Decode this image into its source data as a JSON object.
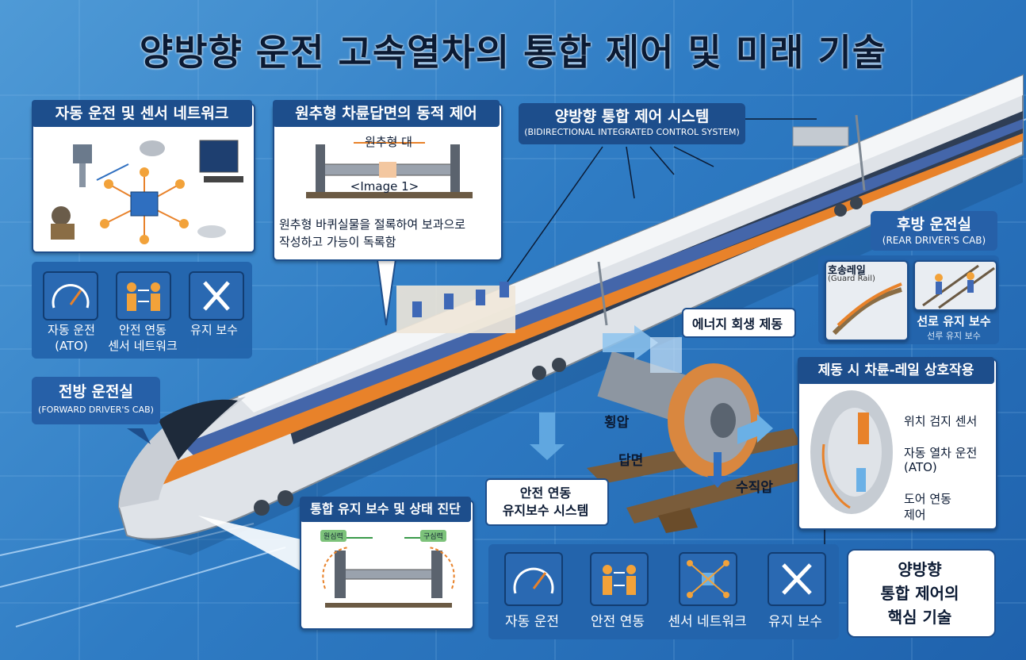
{
  "title": "양방향 운전 고속열차의 통합 제어 및 미래 기술",
  "panels": {
    "auto_driving": {
      "title": "자동 운전 및 센서 네트워크"
    },
    "conical_wheel": {
      "title": "원추형 차륜답면의 동적 제어",
      "subtitle": "원추형 대",
      "placeholder": "<Image 1>",
      "caption_line1": "원추형 바퀴실물을 절록하여 보과으로",
      "caption_line2": "작성하고 가능이 독록함"
    },
    "bidirectional_system": {
      "title": "양방향 통합 제어 시스템",
      "subtitle": "(BIDIRECTIONAL INTEGRATED CONTROL SYSTEM)"
    },
    "rear_cab": {
      "title": "후방 운전실",
      "subtitle": "(REAR DRIVER'S CAB)"
    },
    "guard_rail": {
      "label": "호송레일",
      "sublabel": "(Guard Rail)"
    },
    "track_maintenance": {
      "label": "선로 유지 보수",
      "sublabel": "선루 유지 보수"
    },
    "forward_cab": {
      "title": "전방 운전실",
      "subtitle": "(FORWARD DRIVER'S CAB)"
    },
    "regen": {
      "label": "에너지 회생 제동"
    },
    "wheel_rail": {
      "title": "제동 시 차륜-레일 상호작용",
      "items": [
        "위치 검지 센서",
        "자동 열차 운전",
        "(ATO)",
        "도어 연동",
        "제어"
      ]
    },
    "maintenance_diag": {
      "title": "통합 유지 보수 및 상태 진단",
      "tag_left": "원심력",
      "tag_right": "구심력"
    },
    "safety_link": {
      "line1": "안전 연동",
      "line2": "유지보수 시스템"
    },
    "core_tech": {
      "line1": "양방향",
      "line2": "통합 제어의",
      "line3": "핵심 기술"
    }
  },
  "wheel_labels": {
    "lateral": "횡압",
    "tread": "답면",
    "vertical": "수직압"
  },
  "left_icons": [
    {
      "icon": "speedometer-icon",
      "line1": "자동 운전",
      "line2": "(ATO)"
    },
    {
      "icon": "people-link-icon",
      "line1": "안전 연동",
      "line2": "센서 네트워크"
    },
    {
      "icon": "wrench-icon",
      "line1": "유지 보수",
      "line2": ""
    }
  ],
  "bottom_icons": [
    {
      "icon": "speedometer-icon",
      "label": "자동 운전"
    },
    {
      "icon": "people-link-icon",
      "label": "안전 연동"
    },
    {
      "icon": "sensor-network-icon",
      "label": "센서 네트워크"
    },
    {
      "icon": "wrench-icon",
      "label": "유지 보수"
    }
  ],
  "colors": {
    "background": "#2f7cc4",
    "panel_header": "#1d4e8c",
    "accent_orange": "#e8822a",
    "train_silver": "#d9dde2"
  }
}
